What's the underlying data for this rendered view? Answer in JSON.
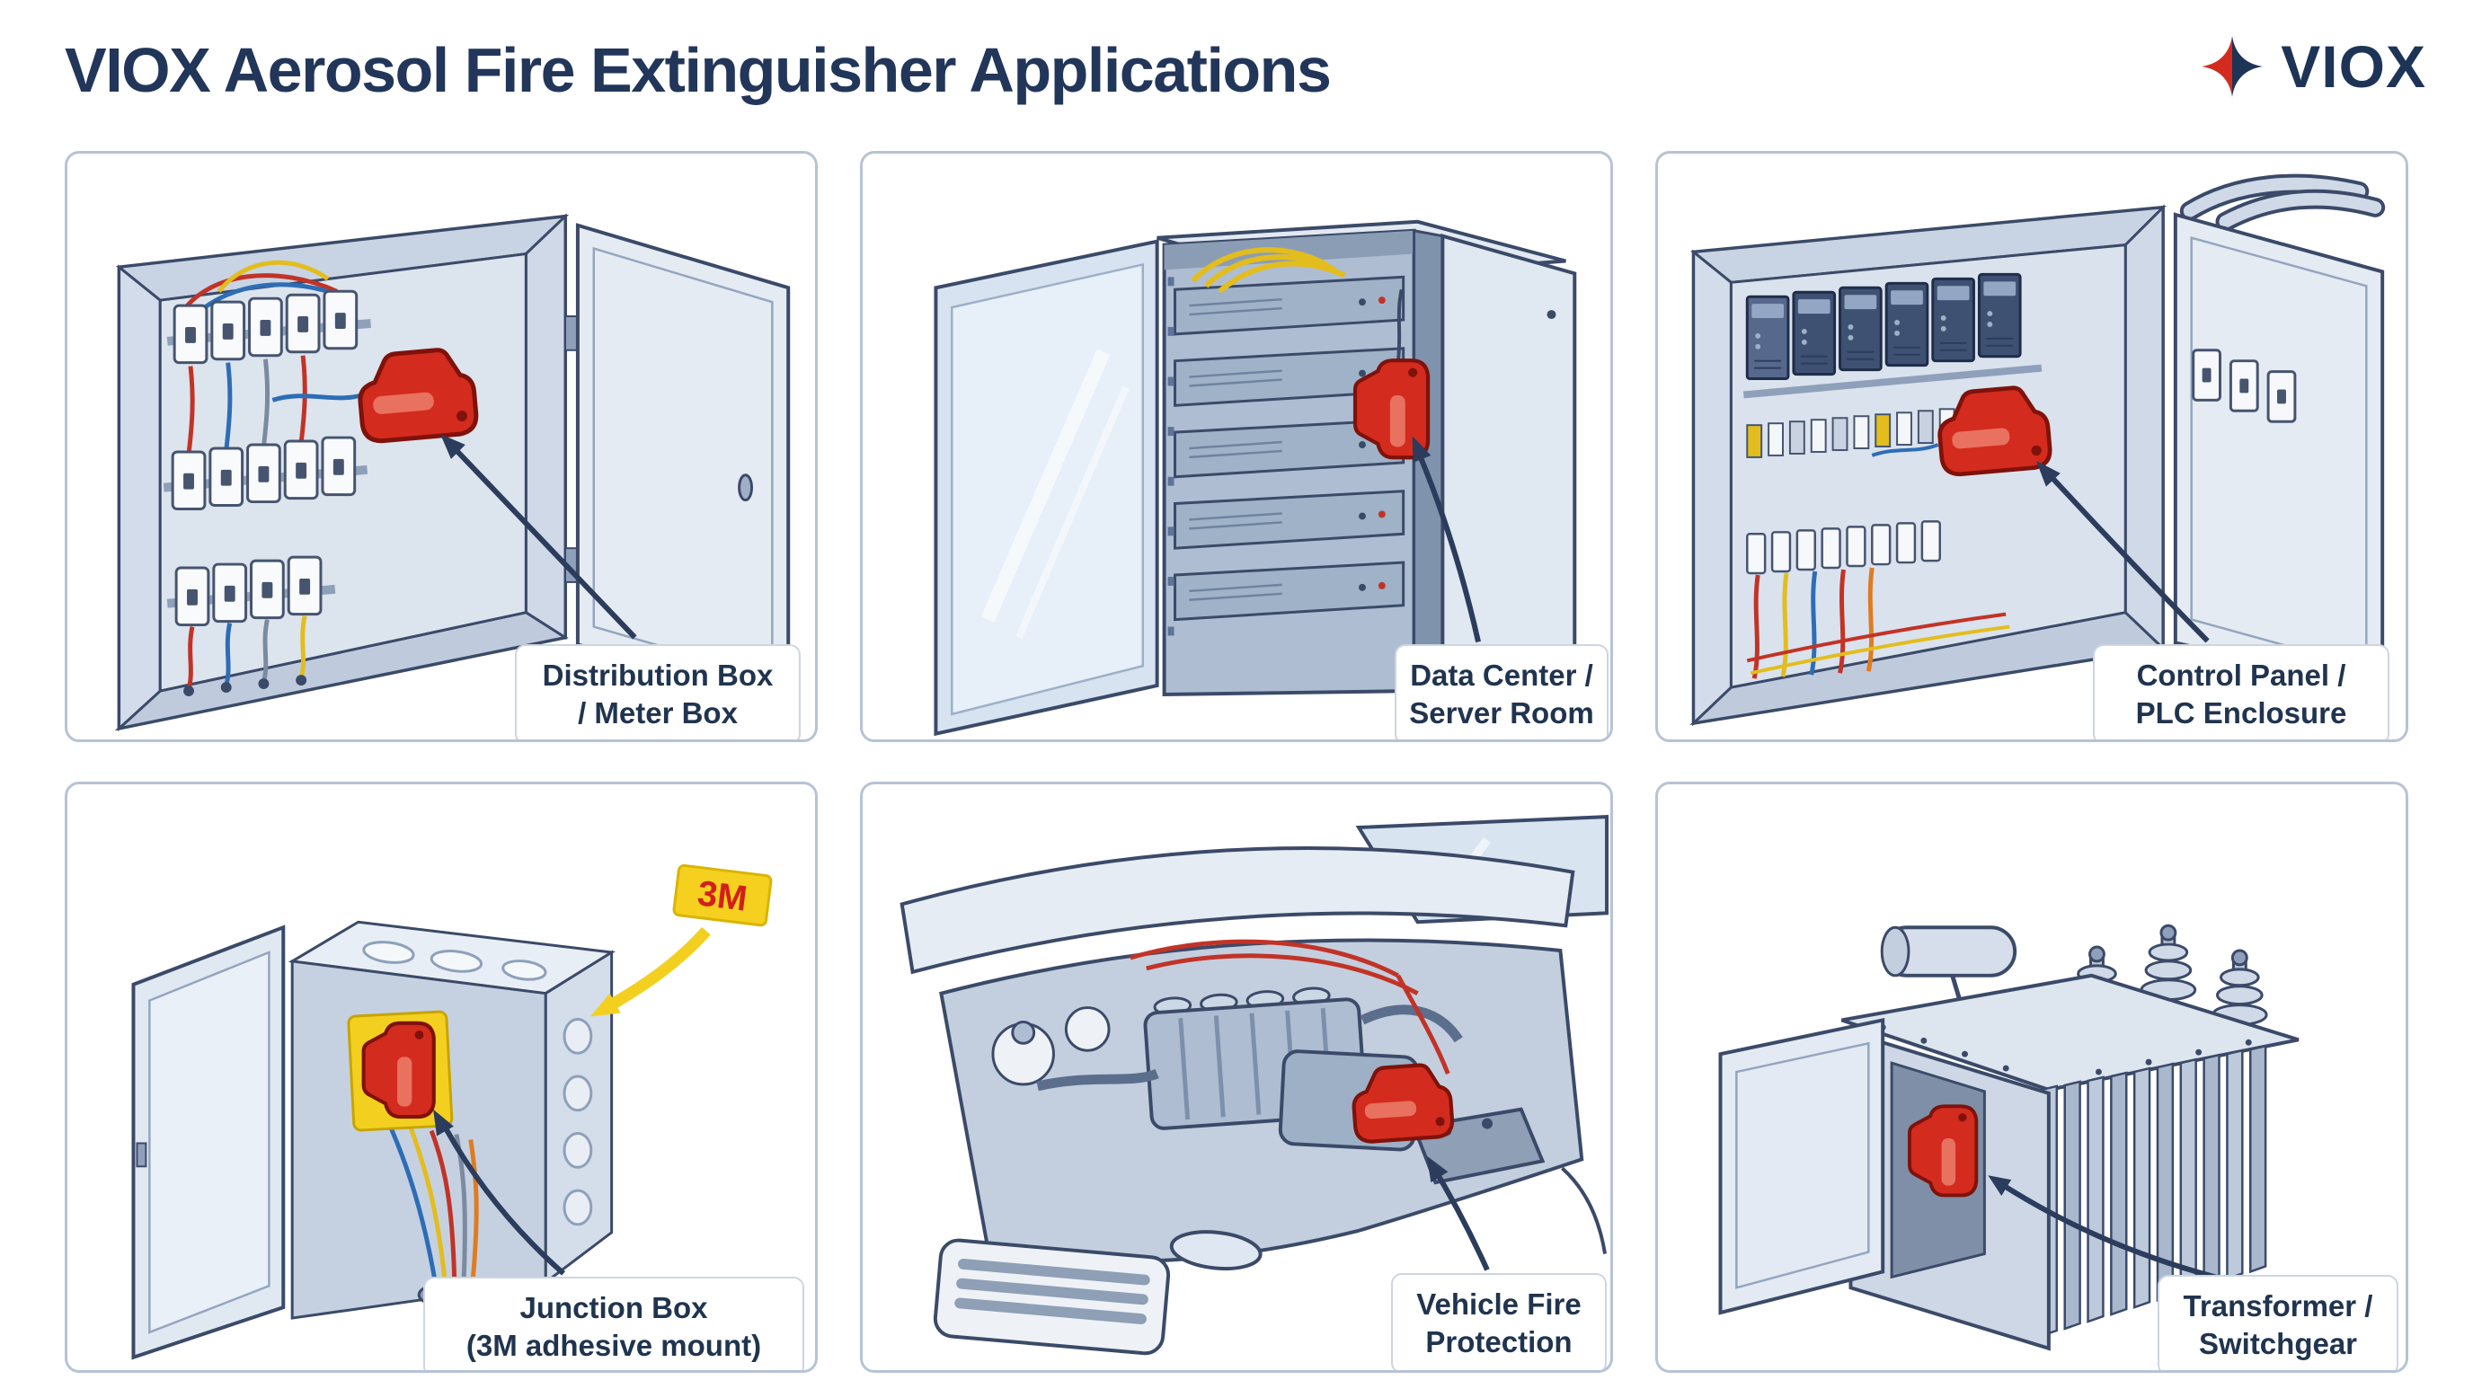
{
  "header": {
    "title": "VIOX Aerosol Fire Extinguisher Applications",
    "brand": "VIOX"
  },
  "panels": [
    {
      "id": "distribution-box",
      "lines": [
        "Distribution Box",
        "/ Meter Box"
      ]
    },
    {
      "id": "data-center",
      "lines": [
        "Data Center /",
        "Server Room"
      ]
    },
    {
      "id": "control-panel",
      "lines": [
        "Control Panel /",
        "PLC Enclosure"
      ]
    },
    {
      "id": "junction-box",
      "lines": [
        "Junction Box",
        "(3M adhesive mount)"
      ],
      "badge": "3M"
    },
    {
      "id": "vehicle",
      "lines": [
        "Vehicle Fire",
        "Protection"
      ]
    },
    {
      "id": "transformer",
      "lines": [
        "Transformer /",
        "Switchgear"
      ]
    }
  ],
  "colors": {
    "title_navy": "#22365a",
    "line_navy": "#3b4a68",
    "device_red": "#d32b1e",
    "adhesive_yellow": "#f3d01f",
    "panel_border": "#b7c3d6"
  }
}
